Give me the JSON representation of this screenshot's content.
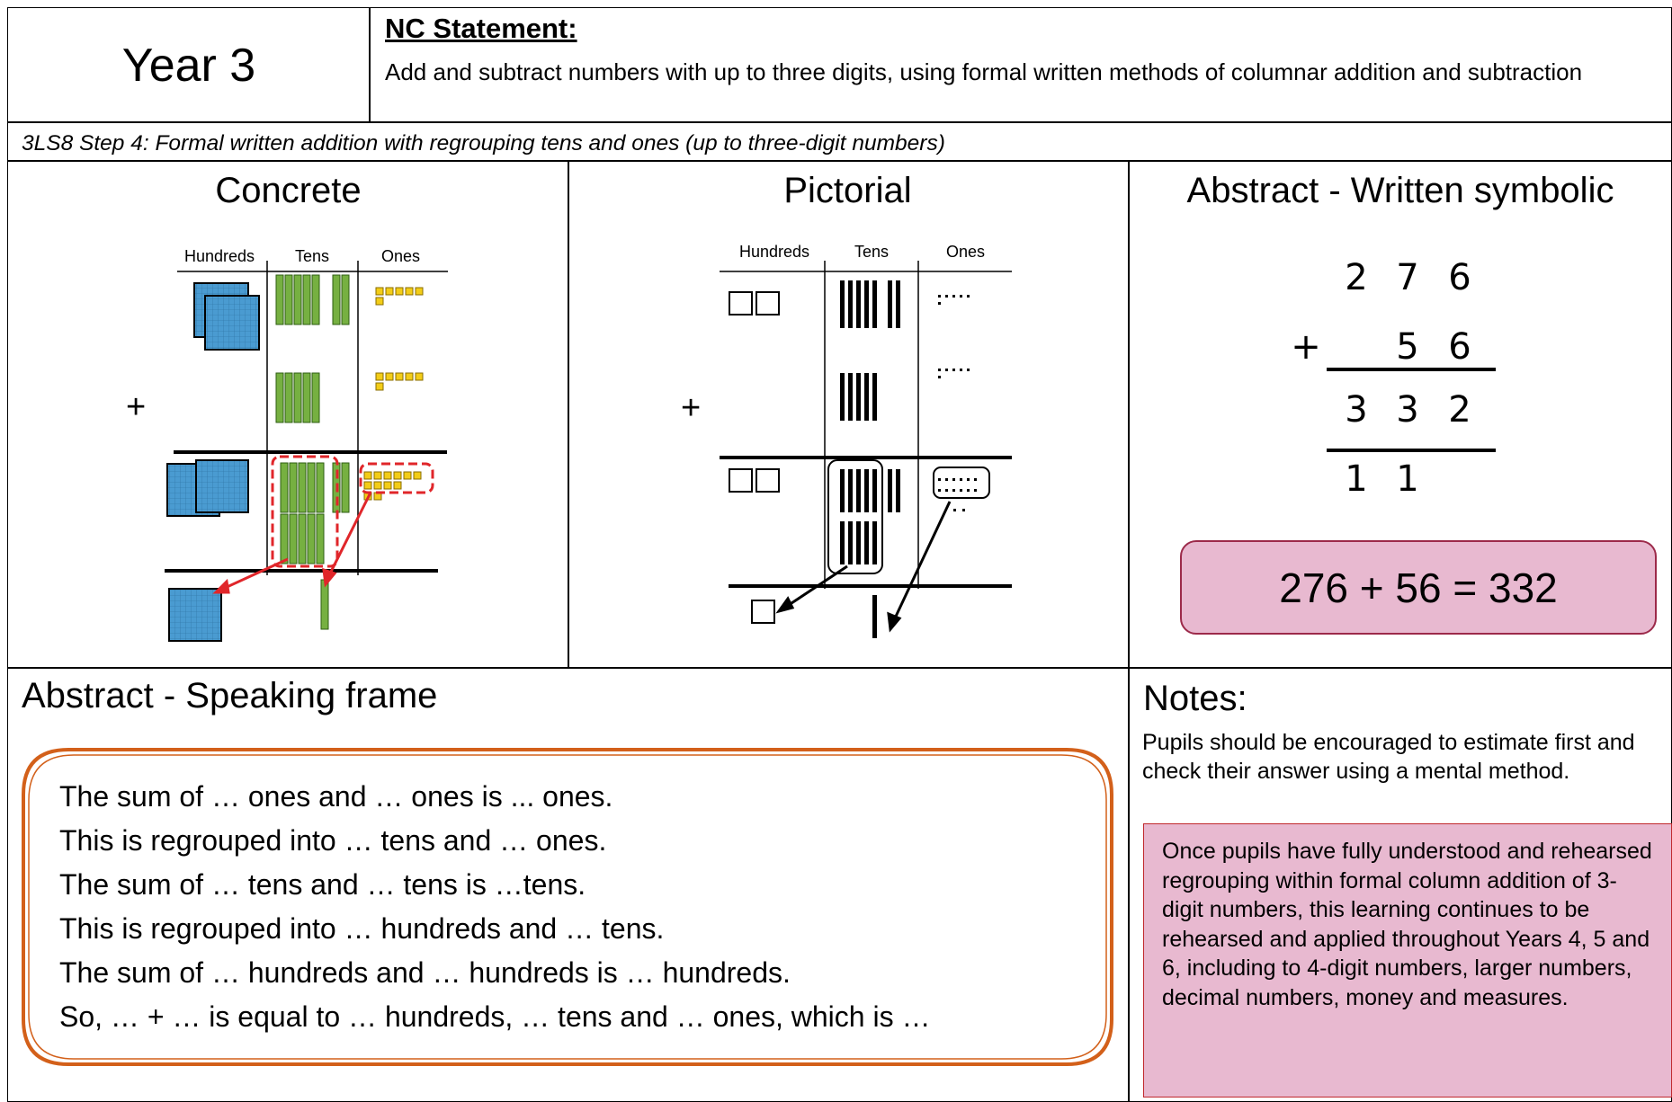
{
  "header": {
    "year": "Year 3",
    "nc_title": "NC Statement:",
    "nc_text": "Add and subtract numbers with up to three digits, using formal written methods of columnar addition and subtraction",
    "step": "3LS8 Step 4: Formal written addition with regrouping tens and ones (up to three-digit numbers)"
  },
  "concrete": {
    "heading": "Concrete",
    "col_headers": [
      "Hundreds",
      "Tens",
      "Ones"
    ],
    "plus": "+"
  },
  "pictorial": {
    "heading": "Pictorial",
    "col_headers": [
      "Hundreds",
      "Tens",
      "Ones"
    ],
    "plus": "+"
  },
  "abstract_written": {
    "heading": "Abstract - Written symbolic",
    "row1": [
      "2",
      "7",
      "6"
    ],
    "row2": [
      "",
      "5",
      "6"
    ],
    "plus": "+",
    "answer": [
      "3",
      "3",
      "2"
    ],
    "carries": [
      "1",
      "1"
    ],
    "equation": "276 + 56 = 332",
    "colors": {
      "equation_fill": "#e8b9d0",
      "equation_border": "#9c2a4a"
    }
  },
  "speaking_frame": {
    "heading": "Abstract - Speaking frame",
    "lines": [
      "The sum of … ones and … ones is ... ones.",
      "This is regrouped into … tens and … ones.",
      "The sum of … tens and … tens is …tens.",
      "This is regrouped into … hundreds and … tens.",
      "The sum of … hundreds and … hundreds is … hundreds.",
      "So, … + … is equal to … hundreds, … tens and … ones, which is …"
    ],
    "colors": {
      "border": "#d3601a"
    }
  },
  "notes": {
    "heading": "Notes:",
    "text": "Pupils should be encouraged to estimate first and check their answer using a mental method.",
    "box_text": "Once pupils have fully understood and rehearsed regrouping within formal column addition of 3-digit numbers, this learning continues to be rehearsed and applied throughout Years 4, 5 and 6, including to 4-digit numbers, larger numbers, decimal numbers, money and measures.",
    "colors": {
      "box_fill": "#e8b9d0",
      "box_border": "#c0282d"
    }
  },
  "colors": {
    "hundred_blue": "#4a9bd1",
    "ten_green": "#76b041",
    "one_yellow": "#f3cd17",
    "arrow_red": "#e0262a"
  }
}
